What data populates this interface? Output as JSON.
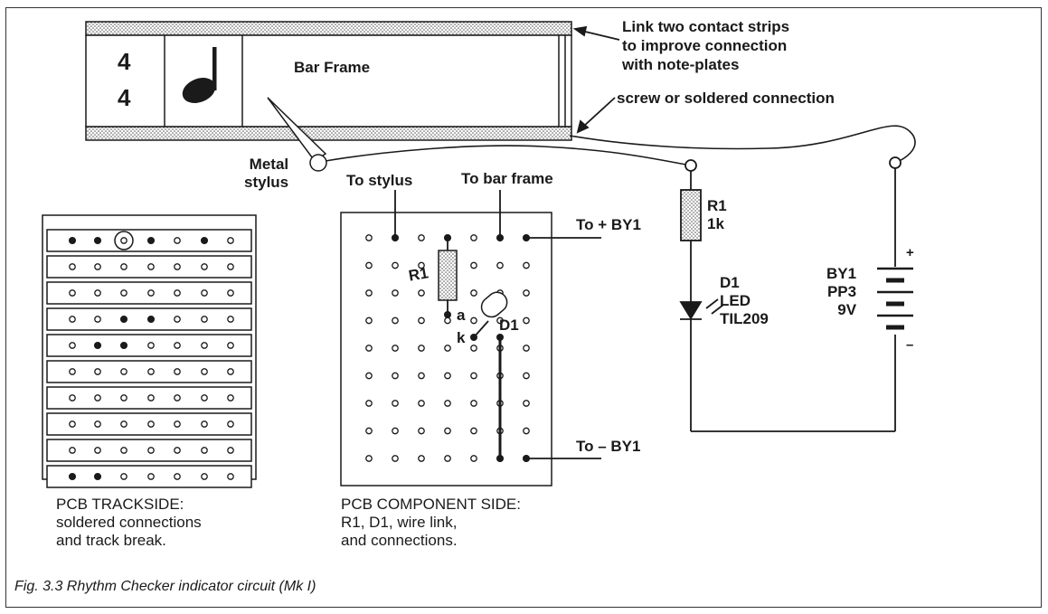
{
  "bar_frame": {
    "time_sig_top": "4",
    "time_sig_bottom": "4",
    "label": "Bar Frame"
  },
  "annotations": {
    "link_strips": "Link two contact strips\nto improve connection\nwith note-plates",
    "screw": "screw or soldered connection",
    "stylus": "Metal\nstylus",
    "to_stylus": "To stylus",
    "to_bar_frame": "To bar frame",
    "to_plus": "To + BY1",
    "to_minus": "To – BY1",
    "r1_pcb": "R1",
    "d1_pcb": "D1",
    "pin_a": "a",
    "pin_k": "k"
  },
  "schematic": {
    "r1_label": "R1\n1k",
    "d1_label": "D1\nLED\nTIL209",
    "battery_label": "BY1\nPP3\n9V",
    "plus": "+",
    "minus": "–"
  },
  "captions": {
    "trackside": "PCB TRACKSIDE:\nsoldered connections\nand track break.",
    "component": "PCB COMPONENT SIDE:\nR1, D1, wire link,\nand connections."
  },
  "figure_caption": "Fig. 3.3 Rhythm Checker indicator circuit (Mk I)",
  "colors": {
    "ink": "#1a1a1a",
    "paper": "#ffffff"
  }
}
